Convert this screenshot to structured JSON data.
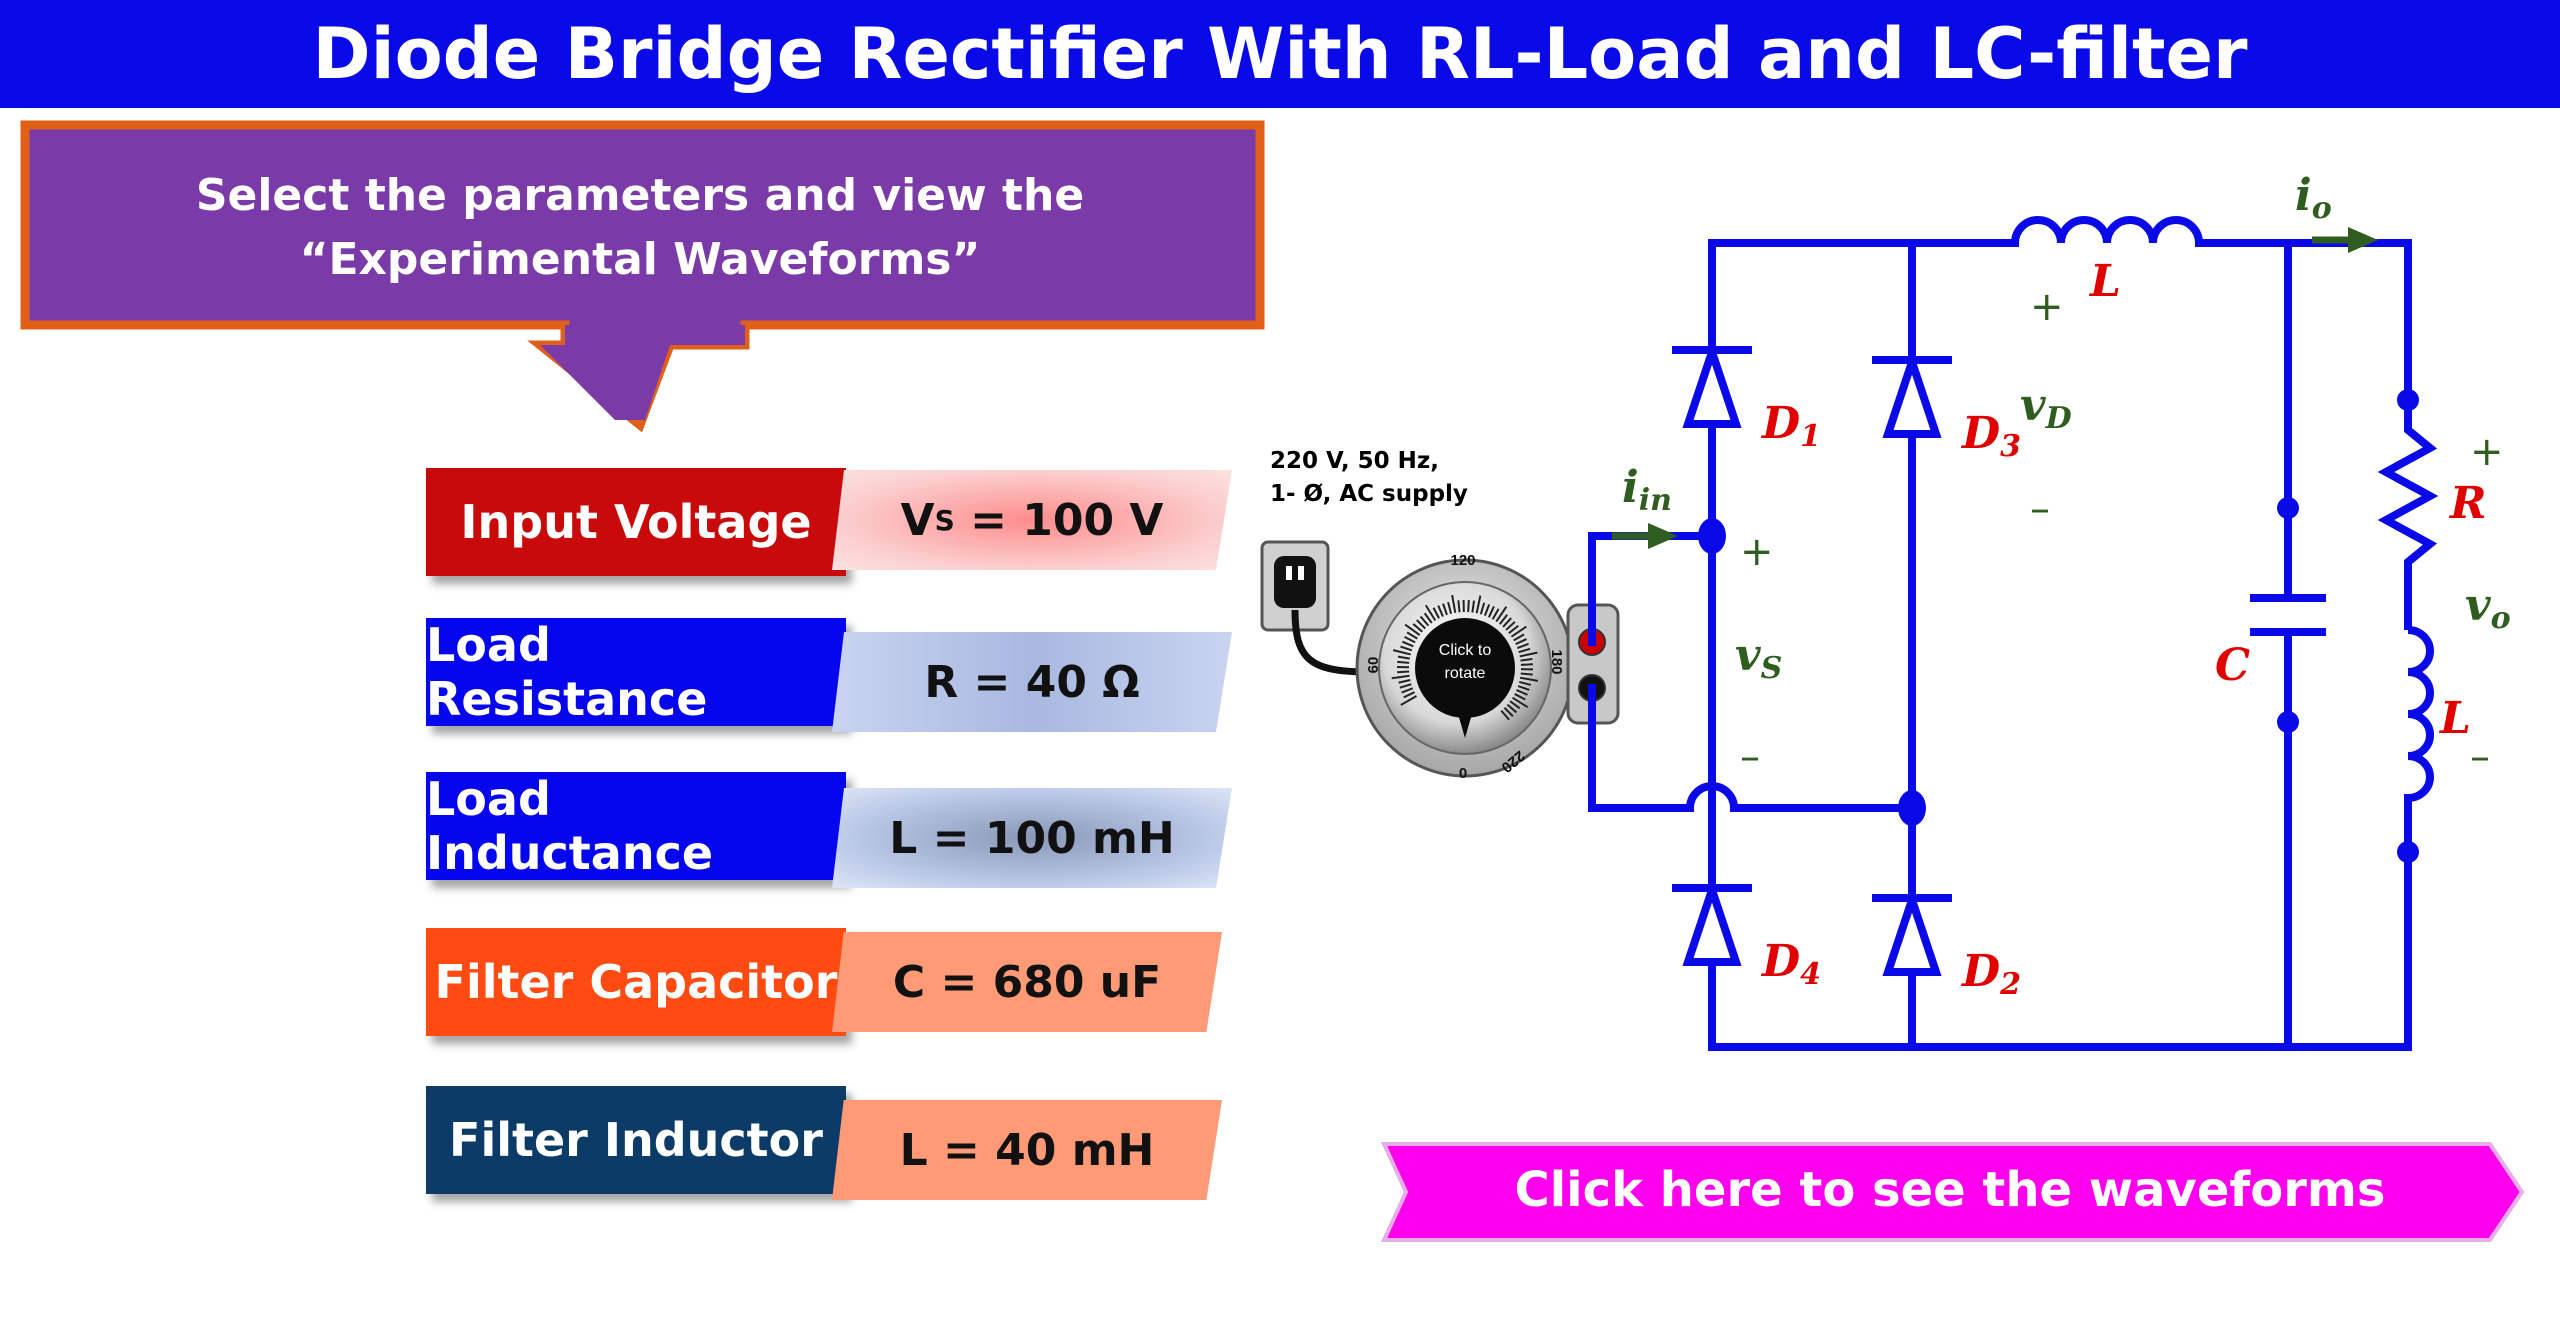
{
  "title": "Diode Bridge Rectifier With RL-Load and LC-filter",
  "instruction": "Select the parameters and view the “Experimental Waveforms”",
  "parameters": [
    {
      "label": "Input Voltage",
      "value_prefix": "V",
      "value_sub": "S",
      "value_suffix": " = 100 V",
      "label_color": "#c80a0a",
      "value_color": "#f7a3a3"
    },
    {
      "label": "Load Resistance",
      "value": "R = 40 Ω",
      "label_color": "#0505ee",
      "value_color": "#c8d4f0"
    },
    {
      "label": "Load Inductance",
      "value": "L = 100 mH",
      "label_color": "#0505ee",
      "value_color": "#b8c6e6"
    },
    {
      "label": "Filter Capacitor",
      "value": "C = 680 uF",
      "label_color": "#ff4a12",
      "value_color": "#ff9a76"
    },
    {
      "label": "Filter Inductor",
      "value": "L = 40 mH",
      "label_color": "#0c3b68",
      "value_color": "#ff9a76"
    }
  ],
  "supply": {
    "line1": "220 V, 50 Hz,",
    "line2": "1- Ø, AC supply"
  },
  "knob": {
    "center_text_1": "Click to",
    "center_text_2": "rotate",
    "dial_labels": [
      "120",
      "180",
      "220",
      "0",
      "60"
    ]
  },
  "circuit": {
    "i_in": "i",
    "i_in_sub": "in",
    "v_s": "v",
    "v_s_sub": "S",
    "d1": "D",
    "d1_sub": "1",
    "d2": "D",
    "d2_sub": "2",
    "d3": "D",
    "d3_sub": "3",
    "d4": "D",
    "d4_sub": "4",
    "v_d": "v",
    "v_d_sub": "D",
    "l_filter": "L",
    "c": "C",
    "r": "R",
    "l_load": "L",
    "i_o": "i",
    "i_o_sub": "o",
    "v_o": "v",
    "v_o_sub": "o",
    "plus": "+",
    "minus": "–"
  },
  "waveform_button": "Click here to see the waveforms",
  "colors": {
    "wire": "#0a0ae8",
    "label_red": "#e00000",
    "label_green": "#2f5d1f",
    "title_bg": "#0a0ae8",
    "instruction_bg": "#7a3aa8",
    "instruction_border": "#e0601a",
    "button_bg": "#ff00ee"
  }
}
